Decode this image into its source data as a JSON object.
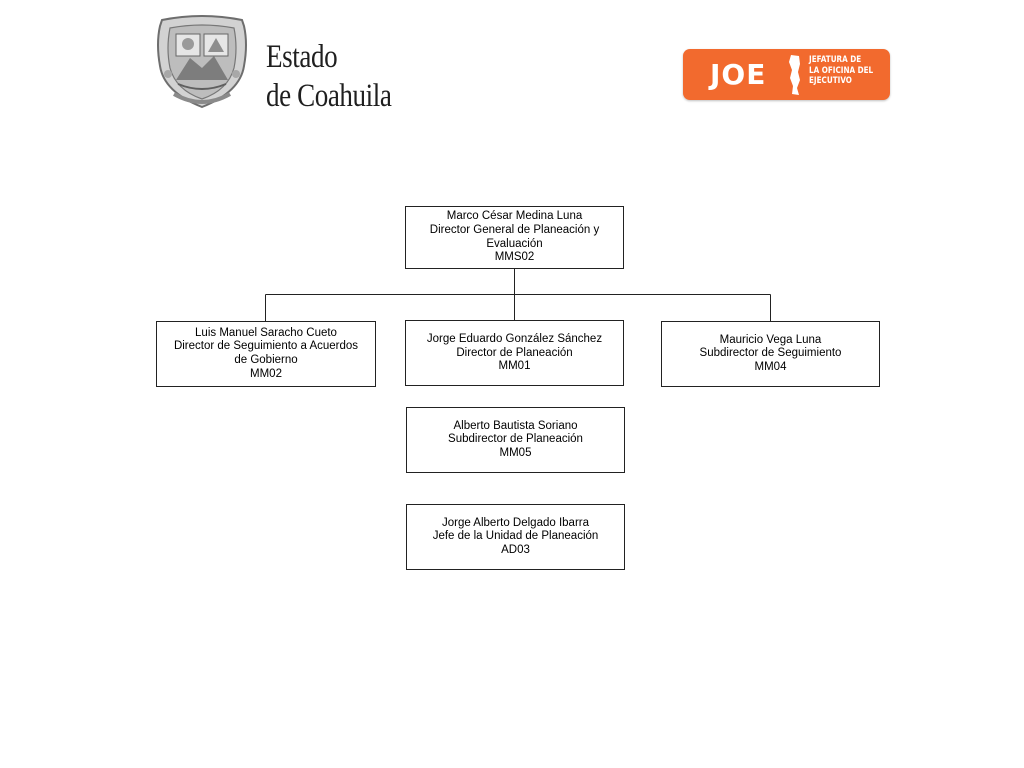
{
  "header": {
    "state_title_line1": "Estado",
    "state_title_line2": "de Coahuila",
    "crest_icon": "coahuila-coat-of-arms-icon",
    "logo": {
      "text": "JOE",
      "caption_line1": "JEFATURA DE",
      "caption_line2": "LA OFICINA DEL",
      "caption_line3": "EJECUTIVO",
      "color": "#f26a2e"
    }
  },
  "org_chart": {
    "top": {
      "name": "Marco César Medina Luna",
      "title_line1": "Director General de Planeación y",
      "title_line2": "Evaluación",
      "code": "MMS02"
    },
    "left": {
      "name": "Luis Manuel Saracho Cueto",
      "title_line1": "Director de Seguimiento a Acuerdos",
      "title_line2": "de Gobierno",
      "code": "MM02"
    },
    "middle": {
      "name": "Jorge Eduardo González Sánchez",
      "title": "Director de Planeación",
      "code": "MM01"
    },
    "right": {
      "name": "Mauricio Vega Luna",
      "title": "Subdirector de Seguimiento",
      "code": "MM04"
    },
    "sub1": {
      "name": "Alberto Bautista Soriano",
      "title": "Subdirector de Planeación",
      "code": "MM05"
    },
    "sub2": {
      "name": "Jorge Alberto Delgado Ibarra",
      "title": "Jefe de la Unidad de Planeación",
      "code": "AD03"
    }
  }
}
